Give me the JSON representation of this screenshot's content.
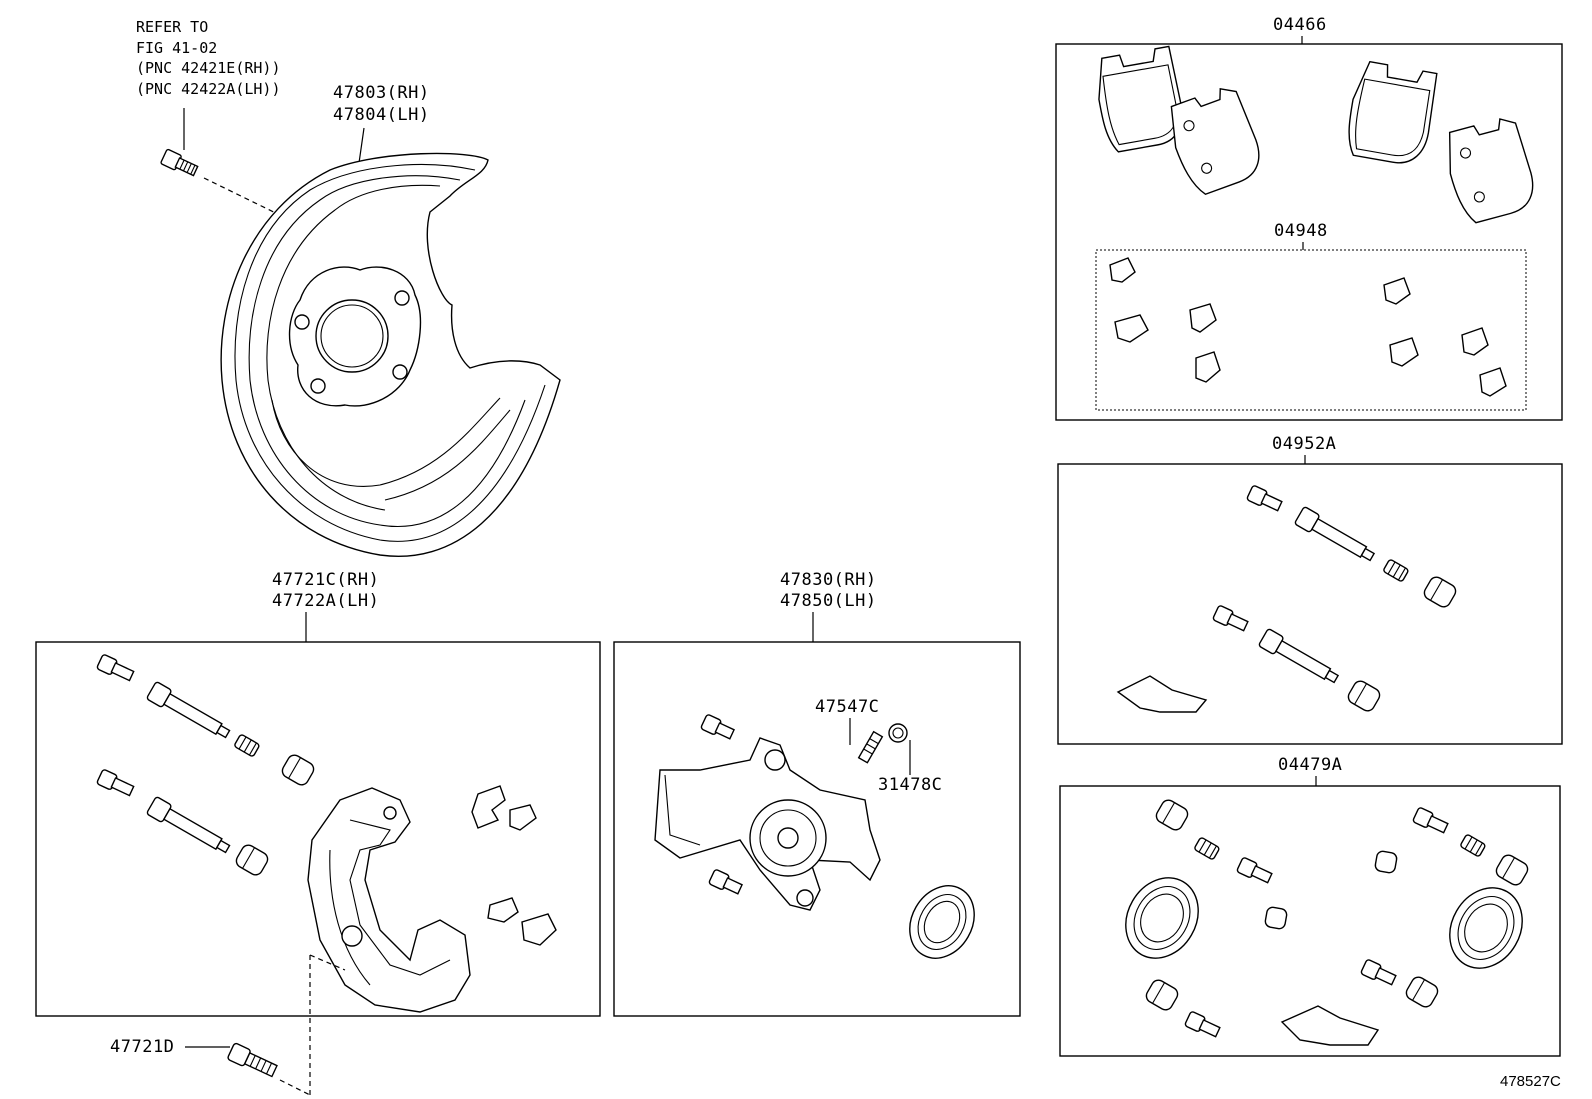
{
  "note": {
    "line1": "REFER TO",
    "line2": "FIG 41-02",
    "line3": "(PNC 42421E(RH))",
    "line4": "(PNC 42422A(LH))"
  },
  "labels": {
    "dust_cover_rh": "47803(RH)",
    "dust_cover_lh": "47804(LH)",
    "mounting_rh": "47721C(RH)",
    "mounting_lh": "47722A(LH)",
    "bolt_d": "47721D",
    "cylinder_rh": "47830(RH)",
    "cylinder_lh": "47850(LH)",
    "bleeder": "47547C",
    "cap": "31478C",
    "pad_kit": "04466",
    "anti_squeal": "04948",
    "slide_kit": "04952A",
    "cylinder_kit": "04479A"
  },
  "ref_code": "478527C"
}
